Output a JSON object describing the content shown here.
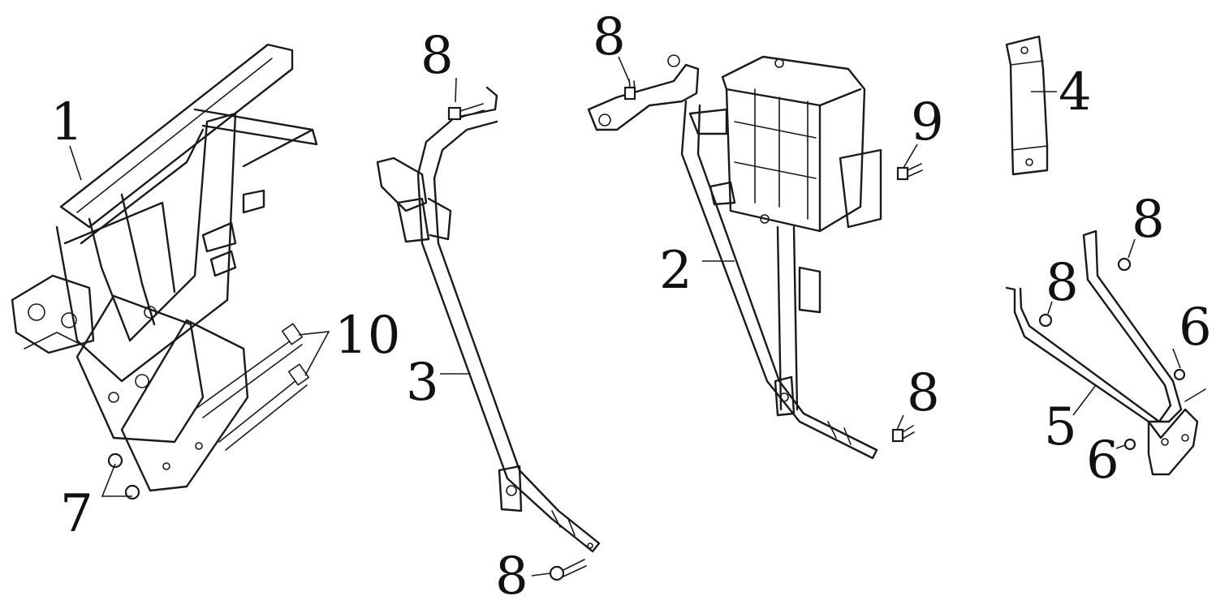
{
  "figure": {
    "labels": {
      "c1": "1",
      "c2": "2",
      "c3": "3",
      "c4": "4",
      "c5": "5",
      "c6a": "6",
      "c6b": "6",
      "c7": "7",
      "c8a": "8",
      "c8b": "8",
      "c8c": "8",
      "c8d": "8",
      "c8e": "8",
      "c8f": "8",
      "c9": "9",
      "c10": "10"
    },
    "colors": {
      "line": "#1a1a1a",
      "background": "#ffffff"
    }
  }
}
